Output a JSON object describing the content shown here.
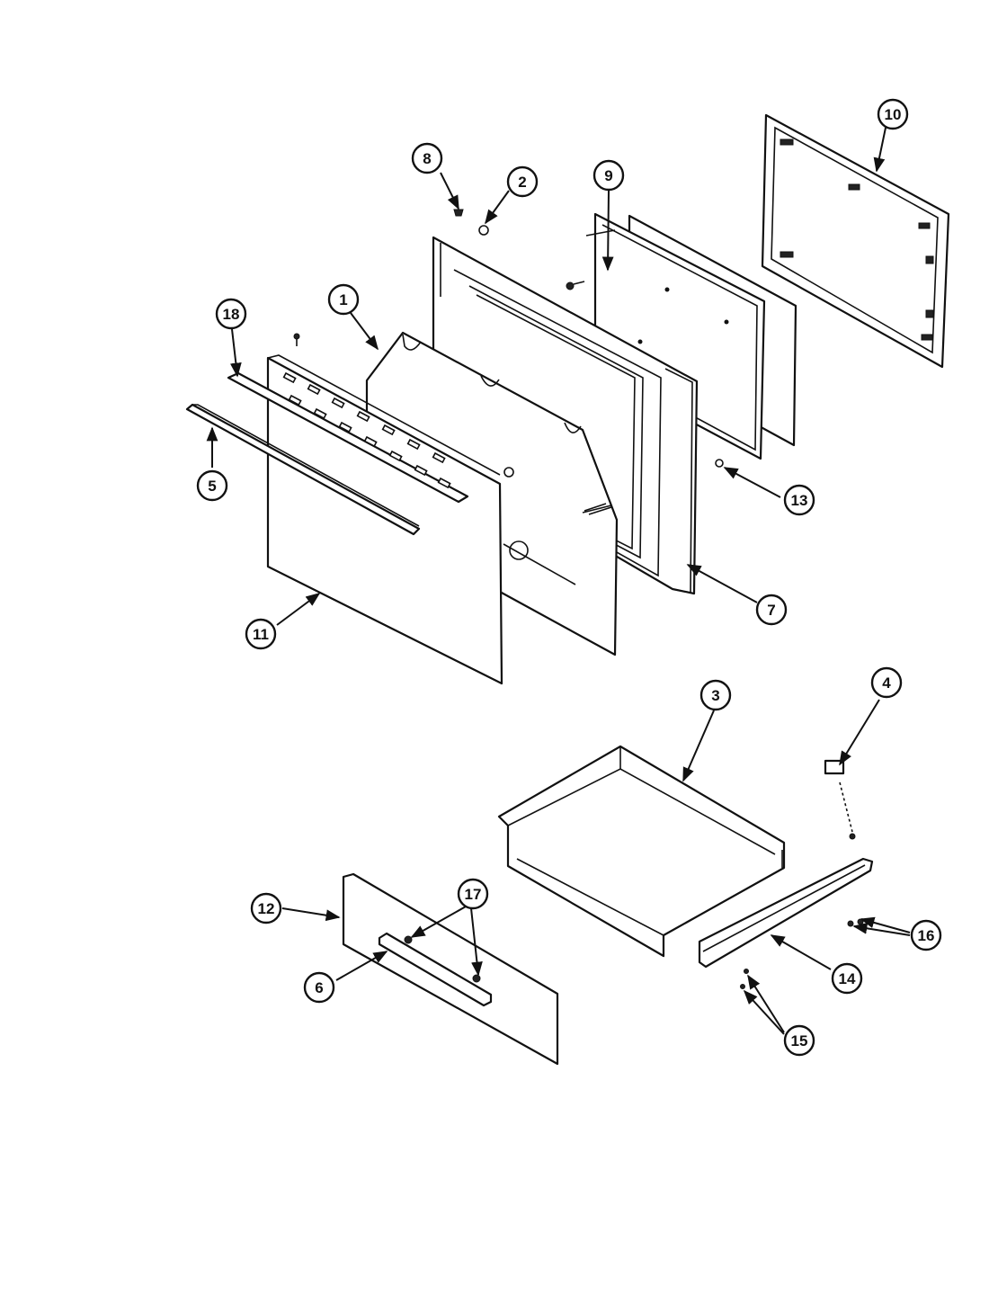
{
  "callouts": [
    {
      "id": "c1",
      "label": "1"
    },
    {
      "id": "c2",
      "label": "2"
    },
    {
      "id": "c3",
      "label": "3"
    },
    {
      "id": "c4",
      "label": "4"
    },
    {
      "id": "c5",
      "label": "5"
    },
    {
      "id": "c6",
      "label": "6"
    },
    {
      "id": "c7",
      "label": "7"
    },
    {
      "id": "c8",
      "label": "8"
    },
    {
      "id": "c9",
      "label": "9"
    },
    {
      "id": "c10",
      "label": "10"
    },
    {
      "id": "c11",
      "label": "11"
    },
    {
      "id": "c12",
      "label": "12"
    },
    {
      "id": "c13",
      "label": "13"
    },
    {
      "id": "c14",
      "label": "14"
    },
    {
      "id": "c15",
      "label": "15"
    },
    {
      "id": "c16",
      "label": "16"
    },
    {
      "id": "c17",
      "label": "17"
    },
    {
      "id": "c18",
      "label": "18"
    }
  ],
  "colors": {
    "line": "#111111",
    "background": "#ffffff"
  }
}
